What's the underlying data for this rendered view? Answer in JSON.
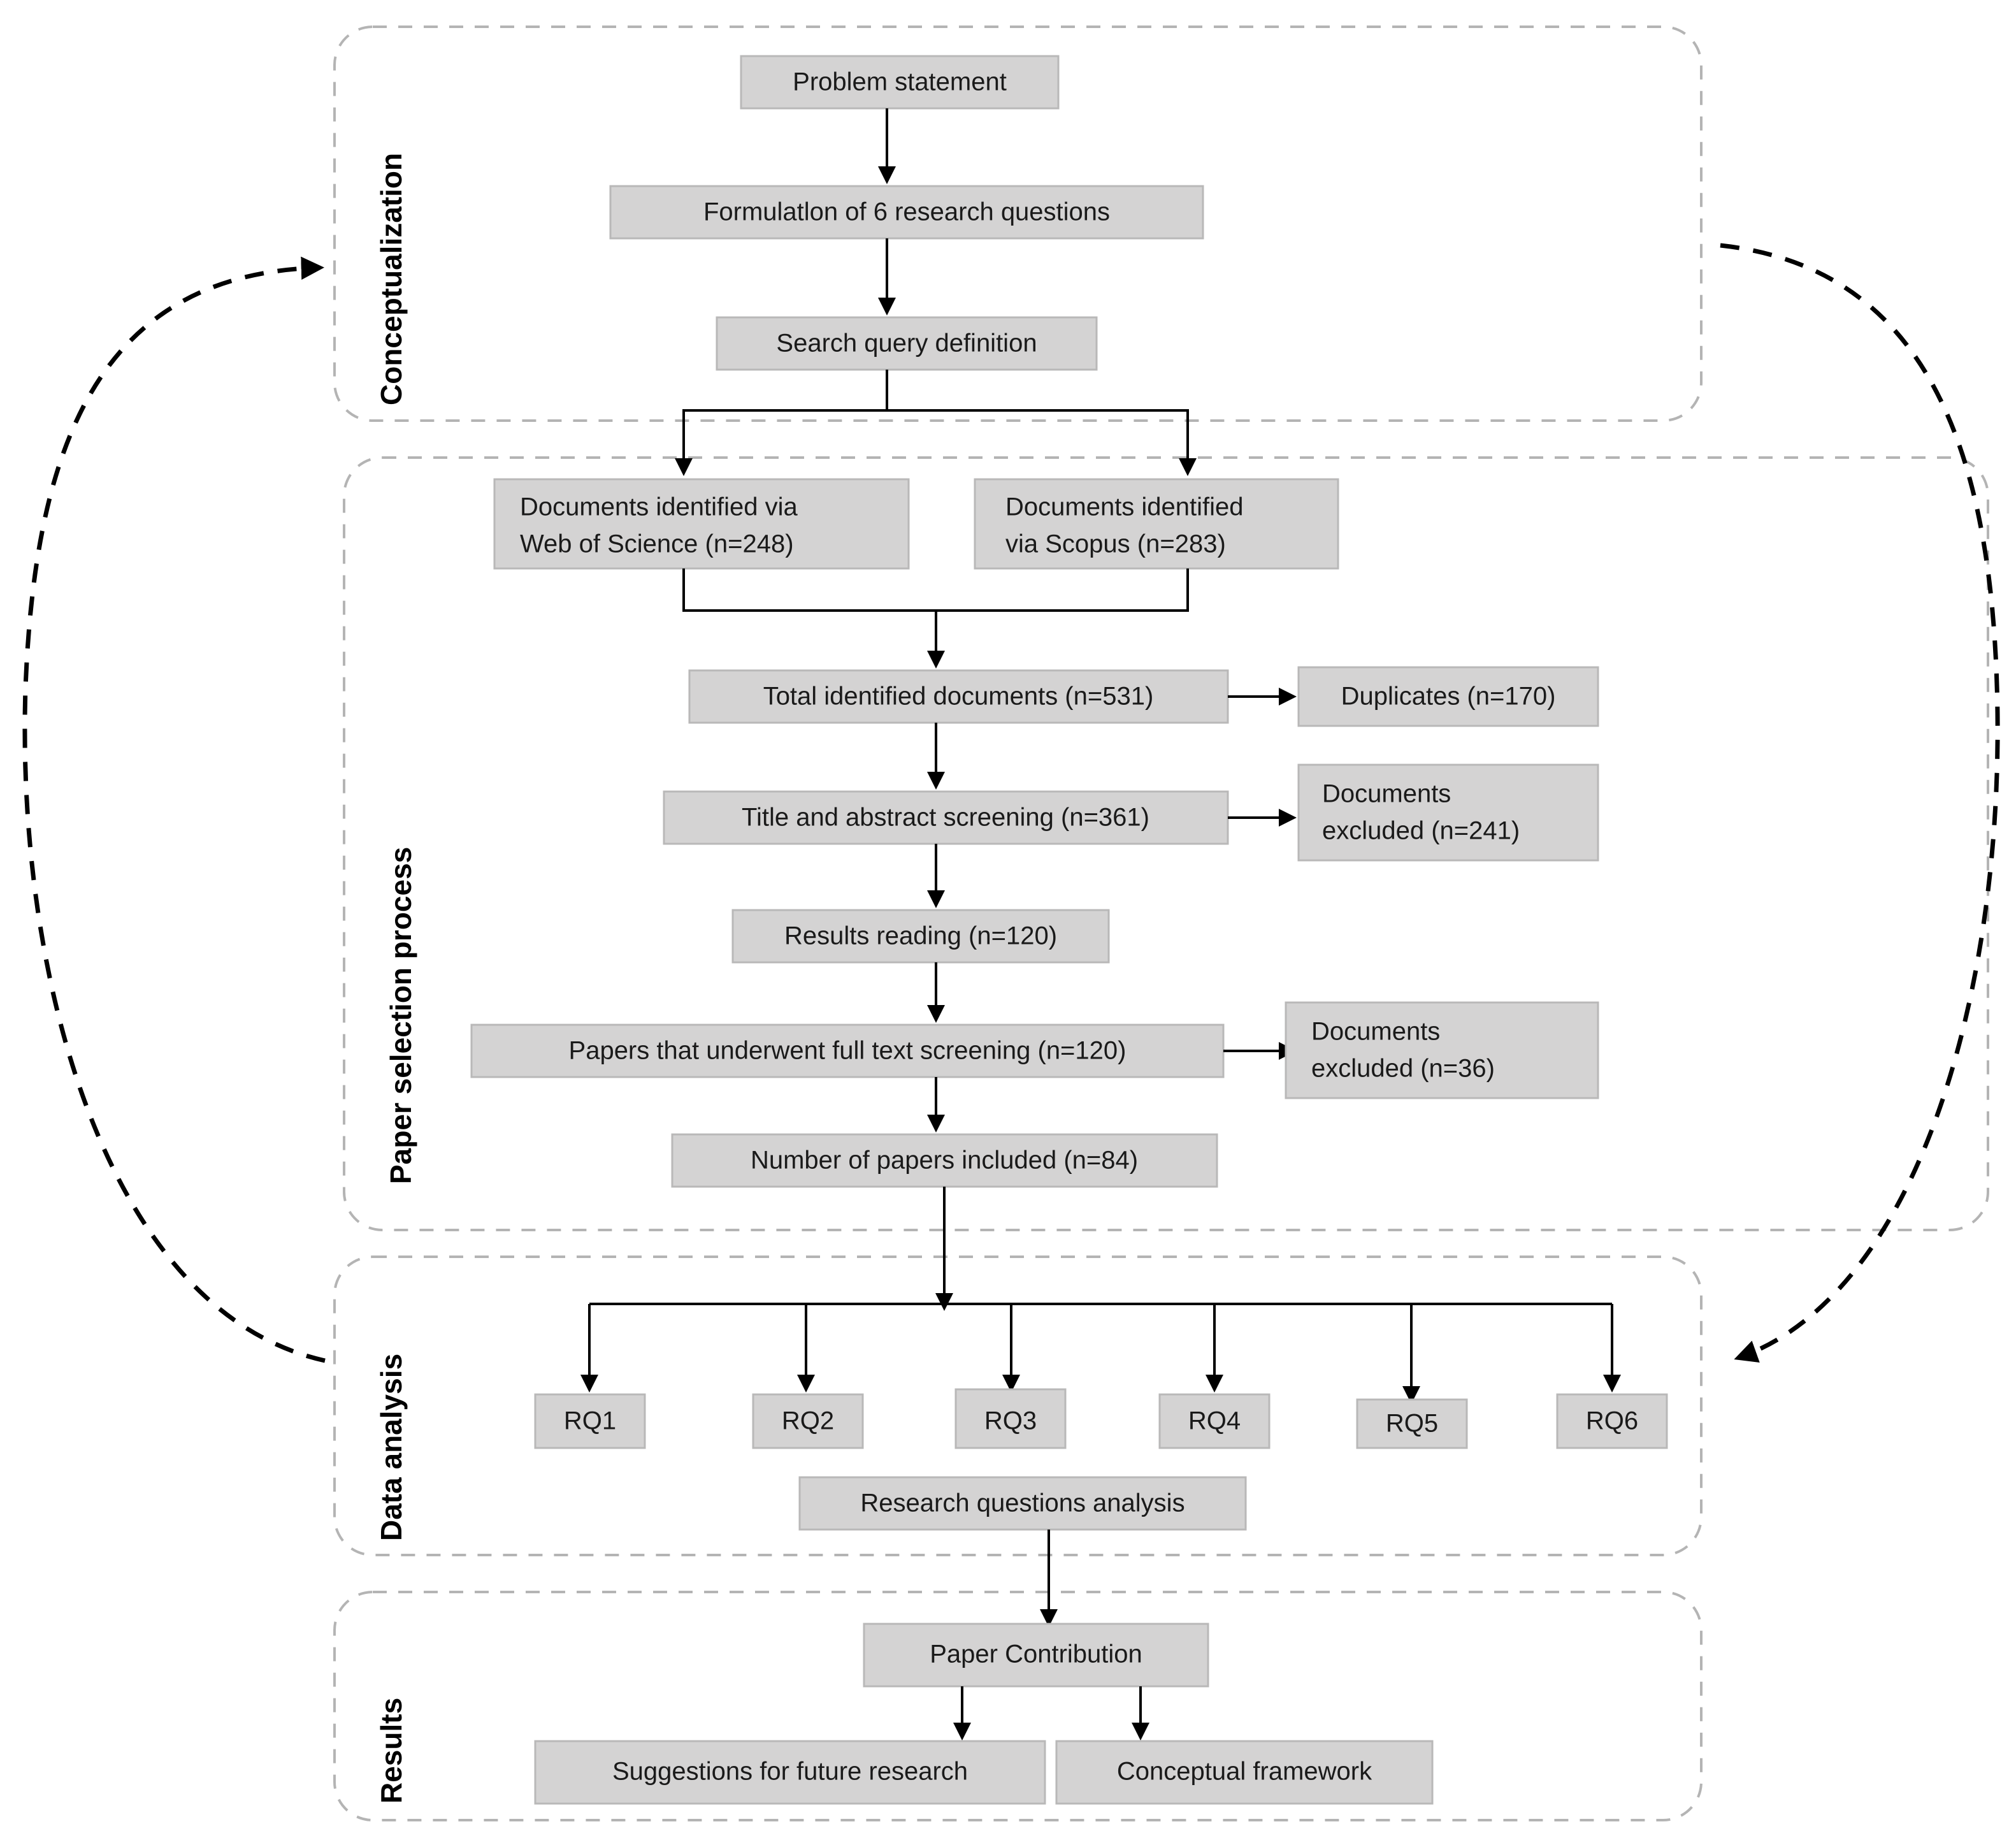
{
  "diagram": {
    "title": "Systematic literature review methodology flowchart",
    "colors": {
      "node_fill": "#d4d3d3",
      "node_stroke": "#b9b8b8",
      "section_stroke": "#b4b4b4",
      "connector": "#000000",
      "text": "#1a1a1a"
    },
    "sections": [
      {
        "id": "conceptualization",
        "label": "Conceptualization"
      },
      {
        "id": "paper-selection",
        "label": "Paper selection process"
      },
      {
        "id": "data-analysis",
        "label": "Data analysis"
      },
      {
        "id": "results",
        "label": "Results"
      }
    ],
    "nodes": {
      "problem_statement": "Problem statement",
      "formulation": "Formulatlon of 6 research questions",
      "search_query": "Search query definition",
      "wos_line1": "Documents identified via",
      "wos_line2": "Web of Science (n=248)",
      "scopus_line1": "Documents identified",
      "scopus_line2": "via Scopus (n=283)",
      "total_identified": "Total identified documents (n=531)",
      "duplicates": "Duplicates (n=170)",
      "title_abstract": "Title and abstract screening (n=361)",
      "excluded_241_line1": "Documents",
      "excluded_241_line2": "excluded (n=241)",
      "results_reading": "Results reading (n=120)",
      "full_text": "Papers that underwent full text screening (n=120)",
      "excluded_36_line1": "Documents",
      "excluded_36_line2": "excluded (n=36)",
      "papers_included": "Number of papers included (n=84)",
      "rq1": "RQ1",
      "rq2": "RQ2",
      "rq3": "RQ3",
      "rq4": "RQ4",
      "rq5": "RQ5",
      "rq6": "RQ6",
      "rq_analysis": "Research questions analysis",
      "paper_contribution": "Paper Contribution",
      "future_research": "Suggestions for future research",
      "conceptual_framework": "Conceptual framework"
    }
  }
}
